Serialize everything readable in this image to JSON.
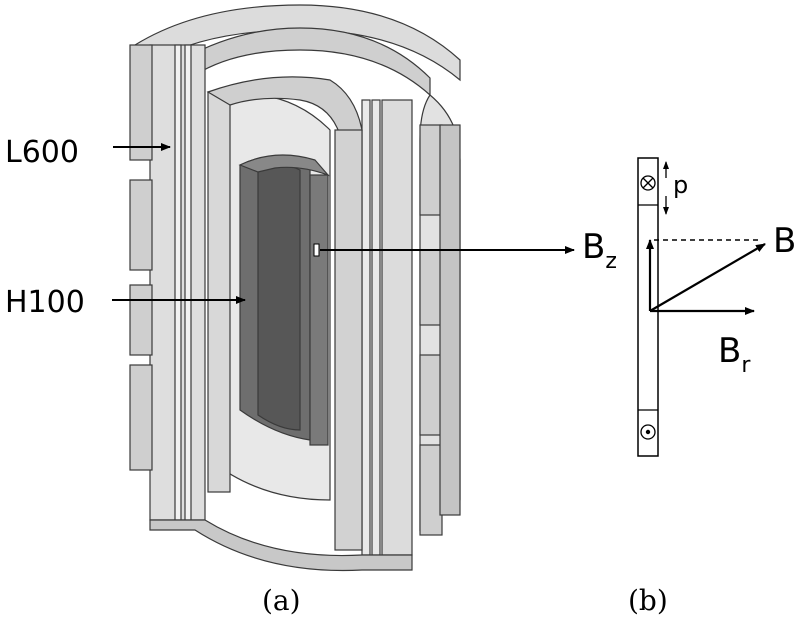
{
  "figure_a": {
    "label_outer": "L600",
    "label_inner": "H100",
    "caption": "(a)"
  },
  "figure_b": {
    "bz_main": "B",
    "bz_sub": "z",
    "b_label": "B",
    "br_main": "B",
    "br_sub": "r",
    "pitch_label": "p",
    "caption": "(b)",
    "symbol_into_page": "⊗",
    "symbol_out_of_page": "⊙"
  },
  "colors": {
    "steel_light": "#e6e6e6",
    "steel_mid": "#cfcfcf",
    "steel_dark": "#b3b3b3",
    "core_dark": "#6e6e6e",
    "core_darker": "#575757",
    "outline": "#3a3a3a"
  }
}
